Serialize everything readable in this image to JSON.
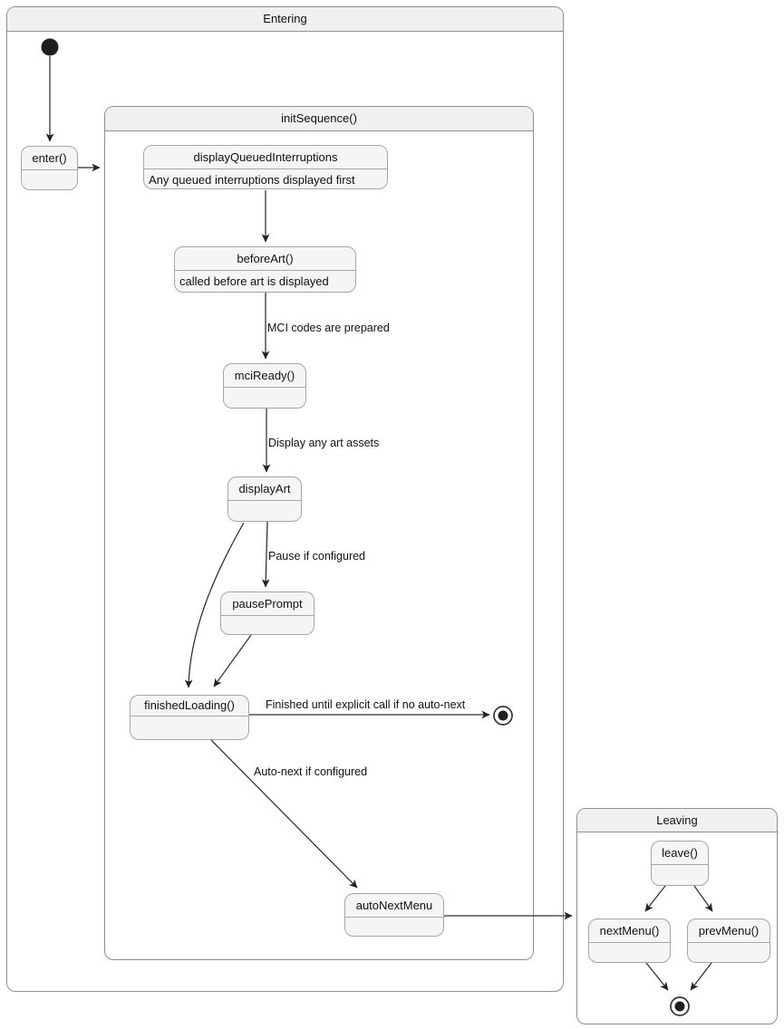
{
  "diagram_type": "uml-state-diagram",
  "colors": {
    "state_fill": "#f5f5f5",
    "state_border": "#a6a6a6",
    "container_border": "#8f8f8f",
    "container_titlebar_fill": "#f0f0f0",
    "line": "#2d2d2d",
    "text": "#111111",
    "background": "#ffffff"
  },
  "containers": {
    "entering": {
      "title": "Entering"
    },
    "init_sequence": {
      "title": "initSequence()"
    },
    "leaving": {
      "title": "Leaving"
    }
  },
  "states": {
    "enter": {
      "title": "enter()"
    },
    "display_queued_interruptions": {
      "title": "displayQueuedInterruptions",
      "note": "Any queued interruptions displayed first"
    },
    "before_art": {
      "title": "beforeArt()",
      "note": "called before art is displayed"
    },
    "mci_ready": {
      "title": "mciReady()"
    },
    "display_art": {
      "title": "displayArt"
    },
    "pause_prompt": {
      "title": "pausePrompt"
    },
    "finished_loading": {
      "title": "finishedLoading()"
    },
    "auto_next_menu": {
      "title": "autoNextMenu"
    },
    "leave": {
      "title": "leave()"
    },
    "next_menu": {
      "title": "nextMenu()"
    },
    "prev_menu": {
      "title": "prevMenu()"
    }
  },
  "edges": [
    {
      "from": "initial",
      "to": "enter()",
      "label": ""
    },
    {
      "from": "enter()",
      "to": "initSequence()",
      "label": ""
    },
    {
      "from": "displayQueuedInterruptions",
      "to": "beforeArt()",
      "label": ""
    },
    {
      "from": "beforeArt()",
      "to": "mciReady()",
      "label": "MCI codes are prepared"
    },
    {
      "from": "mciReady()",
      "to": "displayArt",
      "label": "Display any art assets"
    },
    {
      "from": "displayArt",
      "to": "pausePrompt",
      "label": "Pause if configured"
    },
    {
      "from": "displayArt",
      "to": "finishedLoading()",
      "label": ""
    },
    {
      "from": "pausePrompt",
      "to": "finishedLoading()",
      "label": ""
    },
    {
      "from": "finishedLoading()",
      "to": "final-entering",
      "label": "Finished until explicit call if no auto-next"
    },
    {
      "from": "finishedLoading()",
      "to": "autoNextMenu",
      "label": "Auto-next if configured"
    },
    {
      "from": "autoNextMenu",
      "to": "Leaving",
      "label": ""
    },
    {
      "from": "leave()",
      "to": "nextMenu()",
      "label": ""
    },
    {
      "from": "leave()",
      "to": "prevMenu()",
      "label": ""
    },
    {
      "from": "nextMenu()",
      "to": "final-leaving",
      "label": ""
    },
    {
      "from": "prevMenu()",
      "to": "final-leaving",
      "label": ""
    }
  ]
}
